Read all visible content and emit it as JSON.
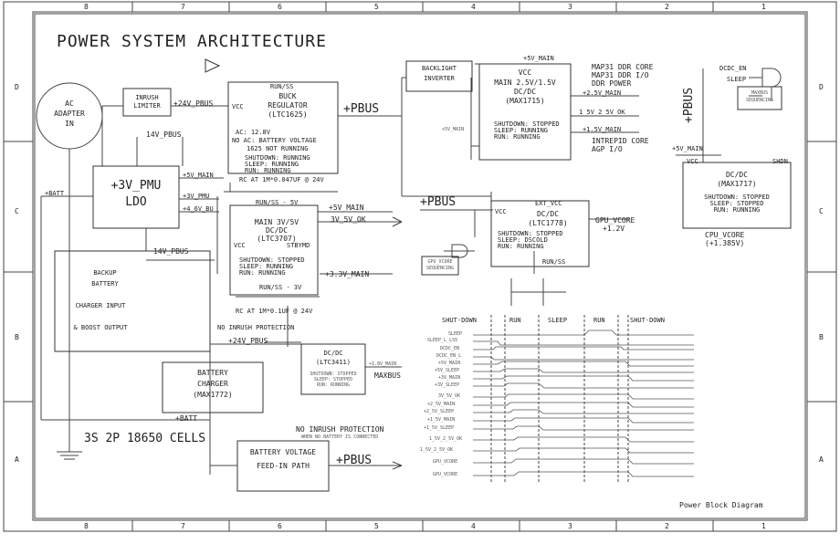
{
  "diagram": {
    "title": "POWER SYSTEM ARCHITECTURE",
    "footer": "Power Block Diagram",
    "column_labels": [
      "8",
      "7",
      "6",
      "5",
      "4",
      "3",
      "2",
      "1"
    ],
    "row_labels": [
      "D",
      "C",
      "B",
      "A"
    ]
  },
  "blocks": {
    "ac_adapter": [
      "AC",
      "ADAPTER",
      "IN"
    ],
    "inrush": [
      "INRUSH",
      "LIMITER"
    ],
    "pmu": [
      "+3V_PMU",
      "LDO"
    ],
    "charger_input": [
      "BACKUP",
      "BATTERY",
      "CHARGER INPUT",
      "& BOOST OUTPUT"
    ],
    "battery_charger": [
      "BATTERY",
      "CHARGER",
      "(MAX1772)"
    ],
    "cells": "3S 2P 18650 CELLS",
    "feed_in": [
      "BATTERY VOLTAGE",
      "FEED-IN PATH"
    ],
    "no_inrush_2": [
      "NO INRUSH PROTECTION",
      "WHEN NO BATTERY IS CONNECTED"
    ],
    "buck": {
      "runss": "RUN/SS",
      "title": [
        "BUCK",
        "REGULATOR",
        "(LTC1625)"
      ],
      "vcc": "VCC",
      "ac": [
        "AC: 12.8V",
        "NO AC: BATTERY VOLTAGE",
        "1625 NOT RUNNING"
      ],
      "modes": [
        "SHUTDOWN: RUNNING",
        "SLEEP: RUNNING",
        "RUN: RUNNING"
      ]
    },
    "rc1": "RC AT 1M*0.047UF @ 24V",
    "ltc3707": {
      "runss": "RUN/SS - 5V",
      "title": [
        "MAIN 3V/5V",
        "DC/DC",
        "(LTC3707)"
      ],
      "vcc": "VCC",
      "stbymd": "STBYMD",
      "modes": [
        "SHUTDOWN: STOPPED",
        "SLEEP: RUNNING",
        "RUN: RUNNING"
      ],
      "runss2": "RUN/SS - 3V"
    },
    "rc2": "RC AT 1M*0.1UF @ 24V",
    "no_inrush_1": "NO INRUSH PROTECTION",
    "ltc3411": {
      "title": [
        "DC/DC",
        "(LTC3411)"
      ],
      "modes": [
        "SHUTDOWN: STOPPED",
        "SLEEP: STOPPED",
        "RUN: RUNNING"
      ]
    },
    "backlight": [
      "BACKLIGHT",
      "INVERTER"
    ],
    "max1715": {
      "vcc": "VCC",
      "title": [
        "MAIN 2.5V/1.5V",
        "DC/DC",
        "(MAX1715)"
      ],
      "modes": [
        "SHUTDOWN: STOPPED",
        "SLEEP: RUNNING",
        "RUN: RUNNING"
      ]
    },
    "map31": [
      "MAP31 DDR CORE",
      "MAP31 DDR I/O",
      "DDR POWER"
    ],
    "intrepid": [
      "INTREPID CORE",
      "AGP I/O"
    ],
    "ltc1778": {
      "ext": "EXT_VCC",
      "vcc": "VCC",
      "title": [
        "DC/DC",
        "(LTC1778)"
      ],
      "modes": [
        "SHUTDOWN: STOPPED",
        "SLEEP: DSCOLD",
        "RUN: RUNNING"
      ],
      "runss": "RUN/SS"
    },
    "gpu": [
      "GPU_VCORE",
      "+1.2V"
    ],
    "max1717": {
      "vcc": "VCC",
      "shdn": "SHDN",
      "title": [
        "DC/DC",
        "(MAX1717)"
      ],
      "modes": [
        "SHUTDOWN: STOPPED",
        "SLEEP: STOPPED",
        "RUN: RUNNING"
      ]
    },
    "cpu": [
      "CPU_VCORE",
      "(+1.385V)"
    ],
    "maxbus_seq": [
      "MAXBUS",
      "SEQUENCING"
    ],
    "gpu_seq": [
      "GPU_VCORE",
      "SEQUENCING"
    ]
  },
  "nets": {
    "pbus_buck": "+PBUS",
    "pbus_mid": "+PBUS",
    "pbus_feed": "+PBUS",
    "pbus_right": "+PBUS",
    "v24_pbus": "+24V_PBUS",
    "v24_pbus_2": "+24V_PBUS",
    "v14_pbus": "14V_PBUS",
    "v14_pbus_2": "14V_PBUS",
    "v5_main": "+5V_MAIN",
    "v3_5v_ok": "3V_5V_OK",
    "v33_main": "+3.3V_MAIN",
    "v3_pmu": "+3V_PMU",
    "v46_bu": "+4_6V_BU",
    "v5_main_small": "+5V_MAIN",
    "batt": "+BATT",
    "batt2": "+BATT",
    "maxbus": "MAXBUS",
    "v25_main": "+2.5V_MAIN",
    "v15_main": "+1.5V_MAIN",
    "ok_15_25": "1_5V_2_5V_OK",
    "v5_main_max1715": "+5V_MAIN",
    "v5_main_ltc1778": "+5V_MAIN",
    "v5_main_max1717": "+5V_MAIN",
    "dcdc_en": "DCDC_EN",
    "sleep": "SLEEP",
    "v18_main": "+1.8V_MAIN"
  },
  "timing": {
    "phases": [
      "SHUT-DOWN",
      "RUN",
      "SLEEP",
      "RUN",
      "SHUT-DOWN"
    ],
    "signals": [
      "SLEEP",
      "SLEEP_L_LS5",
      "DCDC_EN",
      "DCDC_EN_L",
      "+5V_MAIN",
      "+5V_SLEEP",
      "+3V_MAIN",
      "+3V_SLEEP",
      "3V_5V_OK",
      "+2_5V_MAIN",
      "+2_5V_SLEEP",
      "+1_5V_MAIN",
      "+1_5V_SLEEP",
      "1_5V_2_5V_OK",
      "1_5V_2_5V_OK",
      "GPU_VCORE",
      "GPU_VCORE"
    ]
  }
}
